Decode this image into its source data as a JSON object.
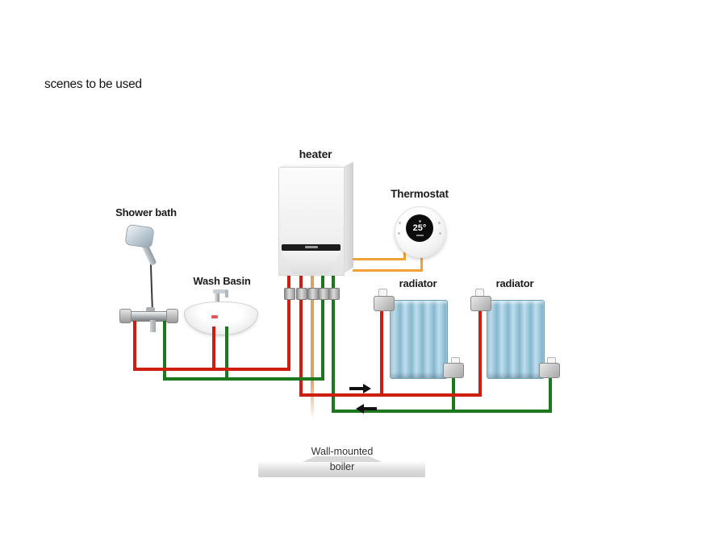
{
  "title": "scenes to be used",
  "diagram": {
    "heater": {
      "label": "heater"
    },
    "thermostat": {
      "label": "Thermostat",
      "display_temperature": "25°"
    },
    "shower_bath": {
      "label": "Shower bath"
    },
    "wash_basin": {
      "label": "Wash Basin"
    },
    "radiators": [
      {
        "label": "radiator"
      },
      {
        "label": "radiator"
      }
    ],
    "boiler_caption": {
      "line1": "Wall-mounted",
      "line2": "boiler"
    },
    "flow": {
      "supply_arrow_direction": "right",
      "return_arrow_direction": "left"
    },
    "colors": {
      "hot_supply_pipe": "#d01f10",
      "return_pipe": "#1e7a1e",
      "gas_pipe": "#d8a168",
      "thermostat_wire": "#f2a235",
      "radiator_body": "#9cc6dc",
      "arrow": "#111111"
    }
  }
}
